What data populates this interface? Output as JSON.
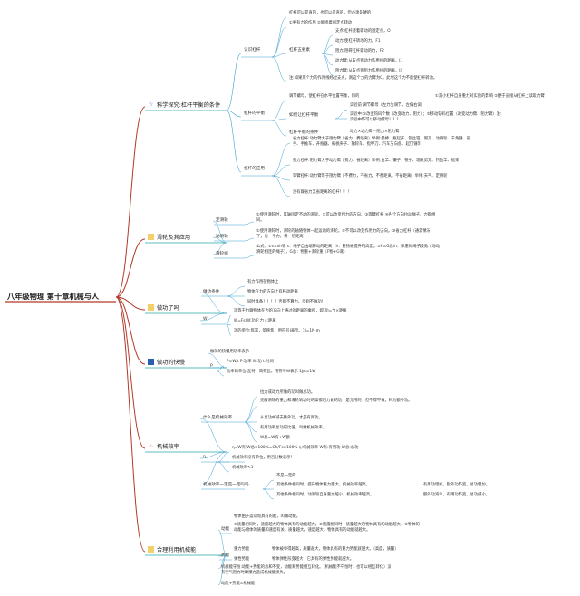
{
  "root": "八年级物理 第十章机械与人",
  "branches": [
    {
      "id": "b1",
      "title": "科学探究:杠杆平衡的条件",
      "icon": "star-icon",
      "subs": [
        {
          "id": "s1a",
          "label": "认识杠杆",
          "items": [
            "杠杆可以是直的，也可以是弯的，但必须是硬的",
            "①要有力的作用 ②能绕着固定点转动",
            "支点:杠杆绕着转动的固定点，O",
            "动力:使杠杆转动的力，F1",
            "阻力:阻碍杠杆转动的力，F2",
            "动力臂:从支点到动力作用线的距离，l1",
            "阻力臂:从支点到阻力作用线的距离，l2",
            "注:如果某个力的作用线经过支点，则这个力的力臂为0，此时这个力不能使杠杆转动。"
          ],
          "group": "杠杆五要素"
        },
        {
          "id": "s1b",
          "label": "杠杆的平衡",
          "items": [
            "调节螺母，使杠杆在水平位置平衡，目的",
            "①减小杠杆自身重力对实验的影响 ②便于直接从杠杆上读取力臂",
            "实验前:调节螺母（左力右调节，左偏右调）",
            "实验中:①改变钩码个数（改变动力、阻力）；②移动钩码位置（改变动力臂、阻力臂）注:实验中不可以移动螺母！！！",
            "动力×动力臂＝阻力×阻力臂"
          ],
          "group": "如何让杠杆平衡",
          "group2": "杠杆平衡的条件"
        },
        {
          "id": "s1c",
          "label": "杠杆的应用",
          "items": [
            "省力杠杆:动力臂大于阻力臂（省力，费距离）举例:撬棒、瓶起子、钢丝钳、铡刀、动滑轮、羊角锤、扳手、手推车、开瓶器、核桃夹子、独轮车、指甲刀、汽车方向盘、起钉锤等",
            "费力杠杆:阻力臂大于动力臂（费力，省距离）举例:鱼竿、镊子、筷子、理发剪刀、钓鱼竿、船桨",
            "等臂杠杆:动力臂等于阻力臂（不费力，不省力，不费距离，不省距离）举例:天平、定滑轮",
            "没有既省力又省距离的杠杆！！！"
          ]
        }
      ]
    },
    {
      "id": "b2",
      "title": "滑轮及其应用",
      "icon": "note-icon",
      "subs": [
        {
          "id": "s2a",
          "label": "定滑轮",
          "items": [
            "①使用滑轮时，其轴固定不动的滑轮。②可以改变用力的方向。③等臂杠杆 ④各个方向拉动绳子，力都相同。"
          ]
        },
        {
          "id": "s2b",
          "label": "动滑轮",
          "items": [
            "①使用滑轮时，滑轮的轴随物体一起运动的滑轮。②不可以改变作用力的方向。③省力杠杆（通常情况下，省一半力，费一倍距离）"
          ]
        },
        {
          "id": "s2c",
          "label": "滑轮组",
          "items": [
            "公式：①s=nh物 s：绳子自由端移动的距离，h：重物被提升的高度。②F=G总/n：承重的绳子段数（与动滑轮相连的绳子），G总：物重+滑轮重（F物+G滑）"
          ]
        }
      ]
    },
    {
      "id": "b3",
      "title": "做功了吗",
      "icon": "note-icon",
      "subs": [
        {
          "id": "s3a",
          "label": "做功条件",
          "items": [
            "有力作用在物体上",
            "物体在力的方向上有移动距离",
            "同时具备！！！！否则不算力、否则不做功！"
          ]
        },
        {
          "id": "s3b",
          "label": "W",
          "items": [
            "功等于力跟物体在力的方向上通过的距离的乘积，即 功=力×距离",
            "W=Fs W:功 F:力 s:距离",
            "功的单位:焦耳，简称焦，用符号J表示。1J=1N·m"
          ]
        }
      ]
    },
    {
      "id": "b4",
      "title": "做功的快慢",
      "icon": "square-icon",
      "subs": [
        {
          "id": "s4a",
          "label": "P",
          "items": [
            "做功的快慢用功率表示",
            "P=W/t P:功率 W:功 t:时间",
            "功率的单位:瓦特，简称瓦，用符号W表示 1J/s=1W"
          ]
        }
      ]
    },
    {
      "id": "b5",
      "title": "机械效率",
      "icon": "flame-icon",
      "subs": [
        {
          "id": "s5a",
          "label": "什么是机械效率",
          "items": [
            "拉力或动力所做的功叫做总功。",
            "克服滑轮的重力和滑轮转动时的摩擦阻力做的功，是无用的，但不得不做，称为额外功。",
            "从总功中减去额外功，才是有用功。",
            "有用功和总功的比值，叫做机械效率。",
            "W总=W有+W额"
          ]
        },
        {
          "id": "s5b",
          "label": "η",
          "items": [
            "η=W有/W总×100%=Gh/Fs×100% η:机械效率 W有:有用功 W总:总功",
            "机械效率没有单位，用百分数表示！",
            "机械效率<1"
          ]
        },
        {
          "id": "s5c",
          "label": "机械效率一定是一定吗吗",
          "items": [
            "不是一定的",
            "其他条件相同时，提升物体重力越大，机械效率越高。",
            "有用功增加，额外功不变，总功增加。",
            "其他条件相同时，动滑轮自身重力越小，机械效率越高。",
            "额外功减少，有用功不变，总功减小。"
          ]
        }
      ]
    },
    {
      "id": "b6",
      "title": "合理利用机械能",
      "icon": "note-icon",
      "subs": [
        {
          "id": "s6a",
          "label": "动能",
          "items": [
            "物体由于运动而具有的能，叫做动能。",
            "①质量相同时，速度越大的物体具有的动能越大。②速度相同时，质量越大的物体具有的动能越大。③物体的动能与物体的质量和速度有关，质量越大，速度越大，物体具有的动能就越大。"
          ]
        },
        {
          "id": "s6b",
          "label": "势能",
          "items": [
            "重力势能",
            "物体被举得越高，质量越大，物体具有的重力势能就越大。（高度，质量）",
            "弹性势能",
            "物体弹性形变越大，它具有的弹性势能就越大。"
          ]
        },
        {
          "id": "s6c",
          "label": "机械能守恒",
          "items": [
            "机械能守恒:动能+势能的总和不变，动能和势能相互转化。（机械能不守恒时，也可以相互转化）没有空气阻力时摩擦力造成机械能损失。",
            "动能+势能=机械能"
          ]
        }
      ]
    }
  ]
}
